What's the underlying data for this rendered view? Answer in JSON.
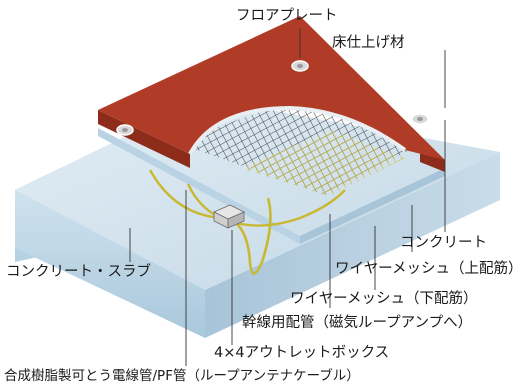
{
  "labels": {
    "floor_plate": "フロアプレート",
    "floor_finish": "床仕上げ材",
    "concrete": "コンクリート",
    "concrete_slab": "コンクリート・スラブ",
    "wire_mesh_upper": "ワイヤーメッシュ（上配筋）",
    "wire_mesh_lower": "ワイヤーメッシュ（下配筋）",
    "trunk_conduit": "幹線用配管（磁気ループアンプへ）",
    "outlet_box": "4×4アウトレットボックス",
    "pf_conduit": "合成樹脂製可とう電線管/PF管（ループアンテナケーブル）"
  },
  "colors": {
    "floor_finish": "#b03c27",
    "concrete_side": "#b9d3e4",
    "cable": "#c9b832",
    "mesh": "#3c3c3c"
  }
}
